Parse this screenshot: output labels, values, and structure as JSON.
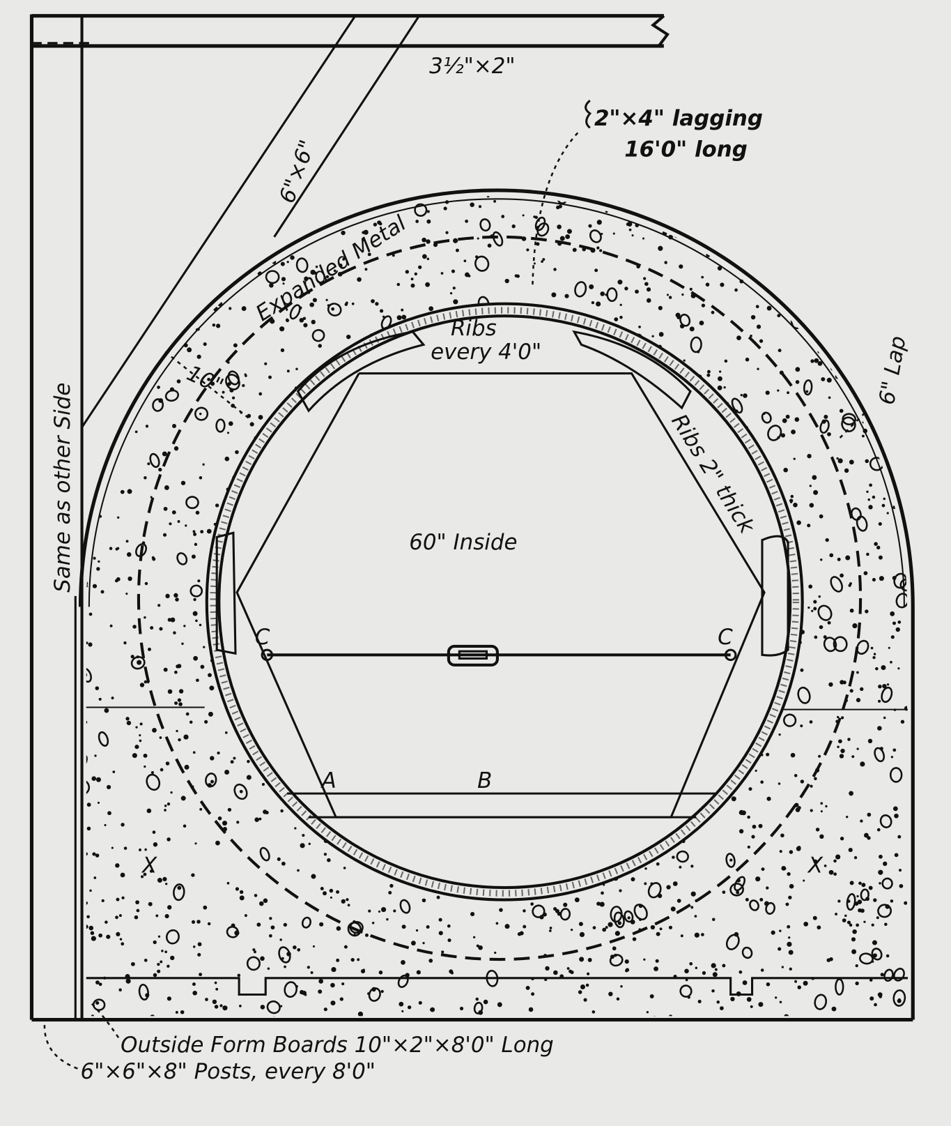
{
  "labels": {
    "beam": "3½\"×2\"",
    "lagging_1": "2\"×4\" lagging",
    "lagging_2": "16'0\" long",
    "brace": "6\"×6\"",
    "expanded_metal": "Expanded Metal",
    "same_side": "Same as other Side",
    "thickness": "10\"",
    "ribs_every_1": "Ribs",
    "ribs_every_2": "every 4'0\"",
    "ribs_thick": "Ribs 2\" thick",
    "lap": "6\" Lap",
    "inside": "60\" Inside",
    "point_c_left": "C",
    "point_c_right": "C",
    "point_a": "A",
    "point_b": "B",
    "mark_x_left": "X",
    "mark_x_right": "X",
    "form_boards": "Outside Form Boards 10\"×2\"×8'0\" Long",
    "posts": "6\"×6\"×8\" Posts, every 8'0\""
  },
  "colors": {
    "ink": "#111111",
    "paper": "#e9e9e7"
  }
}
